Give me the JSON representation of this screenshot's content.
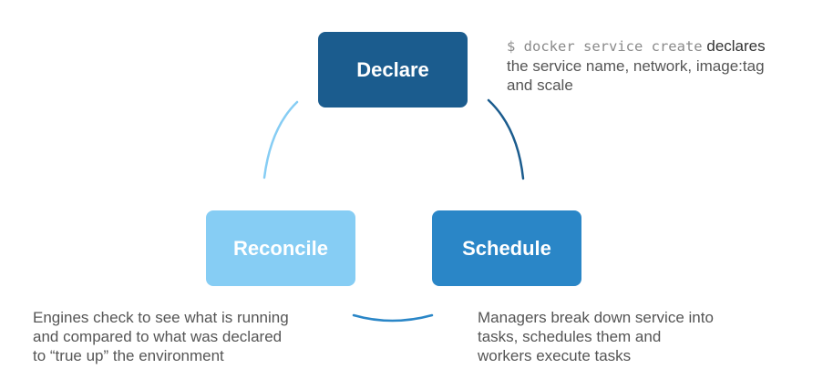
{
  "nodes": {
    "declare": {
      "label": "Declare",
      "color": "#1b5c8e",
      "description": {
        "command": "$ docker service create",
        "verb": "declares",
        "line2": "the service name, network, image:tag",
        "line3": "and scale"
      }
    },
    "schedule": {
      "label": "Schedule",
      "color": "#2a86c7",
      "description": {
        "line1": "Managers break down service into",
        "line2": "tasks, schedules them and",
        "line3": "workers execute tasks"
      }
    },
    "reconcile": {
      "label": "Reconcile",
      "color": "#86cdf4",
      "description": {
        "line1": "Engines check to see what is running",
        "line2": "and compared to what was declared",
        "line3": "to “true up” the environment"
      }
    }
  },
  "arc_colors": {
    "declare_to_schedule": "#1b5c8e",
    "schedule_to_reconcile": "#2a86c7",
    "reconcile_to_declare": "#86cdf4"
  }
}
